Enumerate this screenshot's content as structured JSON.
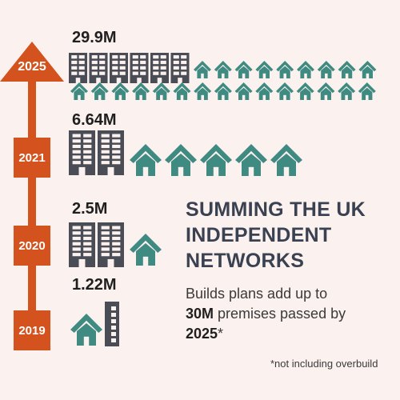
{
  "years": [
    {
      "year": "2025",
      "value": "29.9M"
    },
    {
      "year": "2021",
      "value": "6.64M"
    },
    {
      "year": "2020",
      "value": "2.5M"
    },
    {
      "year": "2019",
      "value": "1.22M"
    }
  ],
  "title": "SUMMING THE UK INDEPENDENT NETWORKS",
  "subtitle": {
    "part1": "Builds plans add up to",
    "bold1": "30M",
    "part2": " premises passed by",
    "bold2": "2025",
    "part3": "*"
  },
  "footnote": "*not including overbuild",
  "colors": {
    "background": "#fbf1ee",
    "accent": "#d4521d",
    "building": "#4a4d55",
    "house": "#3f8b82",
    "title": "#3a4252"
  },
  "icons": {
    "building": "apartment-building-icon",
    "house": "house-icon"
  }
}
